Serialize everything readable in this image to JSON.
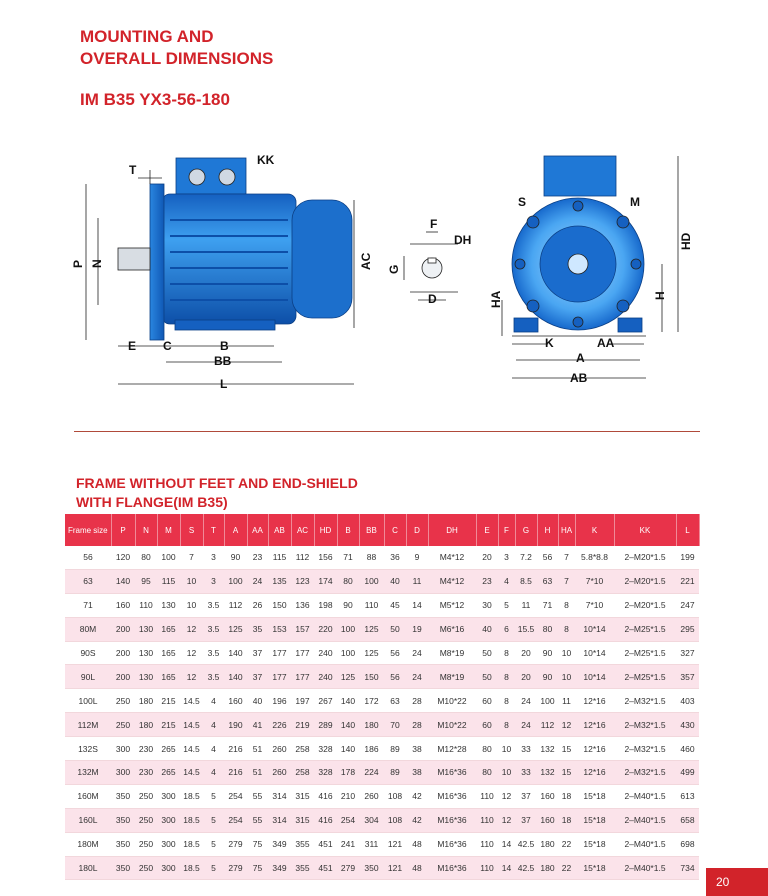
{
  "header": {
    "title_line1": "MOUNTING AND",
    "title_line2": "OVERALL DIMENSIONS",
    "subtitle": "IM B35  YX3-56-180"
  },
  "drawing_labels": {
    "side": {
      "T": "T",
      "KK": "KK",
      "P": "P",
      "N": "N",
      "E": "E",
      "C": "C",
      "B": "B",
      "BB": "BB",
      "L": "L",
      "AC": "AC"
    },
    "shaft": {
      "F": "F",
      "DH": "DH",
      "G": "G",
      "D": "D"
    },
    "front": {
      "S": "S",
      "M": "M",
      "HD": "HD",
      "H": "H",
      "HA": "HA",
      "K": "K",
      "AA": "AA",
      "A": "A",
      "AB": "AB"
    }
  },
  "section": {
    "title_line1": "FRAME WITHOUT FEET AND END-SHIELD",
    "title_line2": "WITH FLANGE(IM  B35)"
  },
  "table": {
    "headers": [
      "Frame size",
      "P",
      "N",
      "M",
      "S",
      "T",
      "A",
      "AA",
      "AB",
      "AC",
      "HD",
      "B",
      "BB",
      "C",
      "D",
      "DH",
      "E",
      "F",
      "G",
      "H",
      "HA",
      "K",
      "KK",
      "L"
    ],
    "rows": [
      [
        "56",
        "120",
        "80",
        "100",
        "7",
        "3",
        "90",
        "23",
        "115",
        "112",
        "156",
        "71",
        "88",
        "36",
        "9",
        "M4*12",
        "20",
        "3",
        "7.2",
        "56",
        "7",
        "5.8*8.8",
        "2–M20*1.5",
        "199"
      ],
      [
        "63",
        "140",
        "95",
        "115",
        "10",
        "3",
        "100",
        "24",
        "135",
        "123",
        "174",
        "80",
        "100",
        "40",
        "11",
        "M4*12",
        "23",
        "4",
        "8.5",
        "63",
        "7",
        "7*10",
        "2–M20*1.5",
        "221"
      ],
      [
        "71",
        "160",
        "110",
        "130",
        "10",
        "3.5",
        "112",
        "26",
        "150",
        "136",
        "198",
        "90",
        "110",
        "45",
        "14",
        "M5*12",
        "30",
        "5",
        "11",
        "71",
        "8",
        "7*10",
        "2–M20*1.5",
        "247"
      ],
      [
        "80M",
        "200",
        "130",
        "165",
        "12",
        "3.5",
        "125",
        "35",
        "153",
        "157",
        "220",
        "100",
        "125",
        "50",
        "19",
        "M6*16",
        "40",
        "6",
        "15.5",
        "80",
        "8",
        "10*14",
        "2–M25*1.5",
        "295"
      ],
      [
        "90S",
        "200",
        "130",
        "165",
        "12",
        "3.5",
        "140",
        "37",
        "177",
        "177",
        "240",
        "100",
        "125",
        "56",
        "24",
        "M8*19",
        "50",
        "8",
        "20",
        "90",
        "10",
        "10*14",
        "2–M25*1.5",
        "327"
      ],
      [
        "90L",
        "200",
        "130",
        "165",
        "12",
        "3.5",
        "140",
        "37",
        "177",
        "177",
        "240",
        "125",
        "150",
        "56",
        "24",
        "M8*19",
        "50",
        "8",
        "20",
        "90",
        "10",
        "10*14",
        "2–M25*1.5",
        "357"
      ],
      [
        "100L",
        "250",
        "180",
        "215",
        "14.5",
        "4",
        "160",
        "40",
        "196",
        "197",
        "267",
        "140",
        "172",
        "63",
        "28",
        "M10*22",
        "60",
        "8",
        "24",
        "100",
        "11",
        "12*16",
        "2–M32*1.5",
        "403"
      ],
      [
        "112M",
        "250",
        "180",
        "215",
        "14.5",
        "4",
        "190",
        "41",
        "226",
        "219",
        "289",
        "140",
        "180",
        "70",
        "28",
        "M10*22",
        "60",
        "8",
        "24",
        "112",
        "12",
        "12*16",
        "2–M32*1.5",
        "430"
      ],
      [
        "132S",
        "300",
        "230",
        "265",
        "14.5",
        "4",
        "216",
        "51",
        "260",
        "258",
        "328",
        "140",
        "186",
        "89",
        "38",
        "M12*28",
        "80",
        "10",
        "33",
        "132",
        "15",
        "12*16",
        "2–M32*1.5",
        "460"
      ],
      [
        "132M",
        "300",
        "230",
        "265",
        "14.5",
        "4",
        "216",
        "51",
        "260",
        "258",
        "328",
        "178",
        "224",
        "89",
        "38",
        "M16*36",
        "80",
        "10",
        "33",
        "132",
        "15",
        "12*16",
        "2–M32*1.5",
        "499"
      ],
      [
        "160M",
        "350",
        "250",
        "300",
        "18.5",
        "5",
        "254",
        "55",
        "314",
        "315",
        "416",
        "210",
        "260",
        "108",
        "42",
        "M16*36",
        "110",
        "12",
        "37",
        "160",
        "18",
        "15*18",
        "2–M40*1.5",
        "613"
      ],
      [
        "160L",
        "350",
        "250",
        "300",
        "18.5",
        "5",
        "254",
        "55",
        "314",
        "315",
        "416",
        "254",
        "304",
        "108",
        "42",
        "M16*36",
        "110",
        "12",
        "37",
        "160",
        "18",
        "15*18",
        "2–M40*1.5",
        "658"
      ],
      [
        "180M",
        "350",
        "250",
        "300",
        "18.5",
        "5",
        "279",
        "75",
        "349",
        "355",
        "451",
        "241",
        "311",
        "121",
        "48",
        "M16*36",
        "110",
        "14",
        "42.5",
        "180",
        "22",
        "15*18",
        "2–M40*1.5",
        "698"
      ],
      [
        "180L",
        "350",
        "250",
        "300",
        "18.5",
        "5",
        "279",
        "75",
        "349",
        "355",
        "451",
        "279",
        "350",
        "121",
        "48",
        "M16*36",
        "110",
        "14",
        "42.5",
        "180",
        "22",
        "15*18",
        "2–M40*1.5",
        "734"
      ]
    ]
  },
  "page_number": "20",
  "colors": {
    "accent": "#d2232a",
    "header_bg": "#e8334a",
    "row_alt": "#fbe3ea",
    "motor_blue": "#1f78d6"
  }
}
